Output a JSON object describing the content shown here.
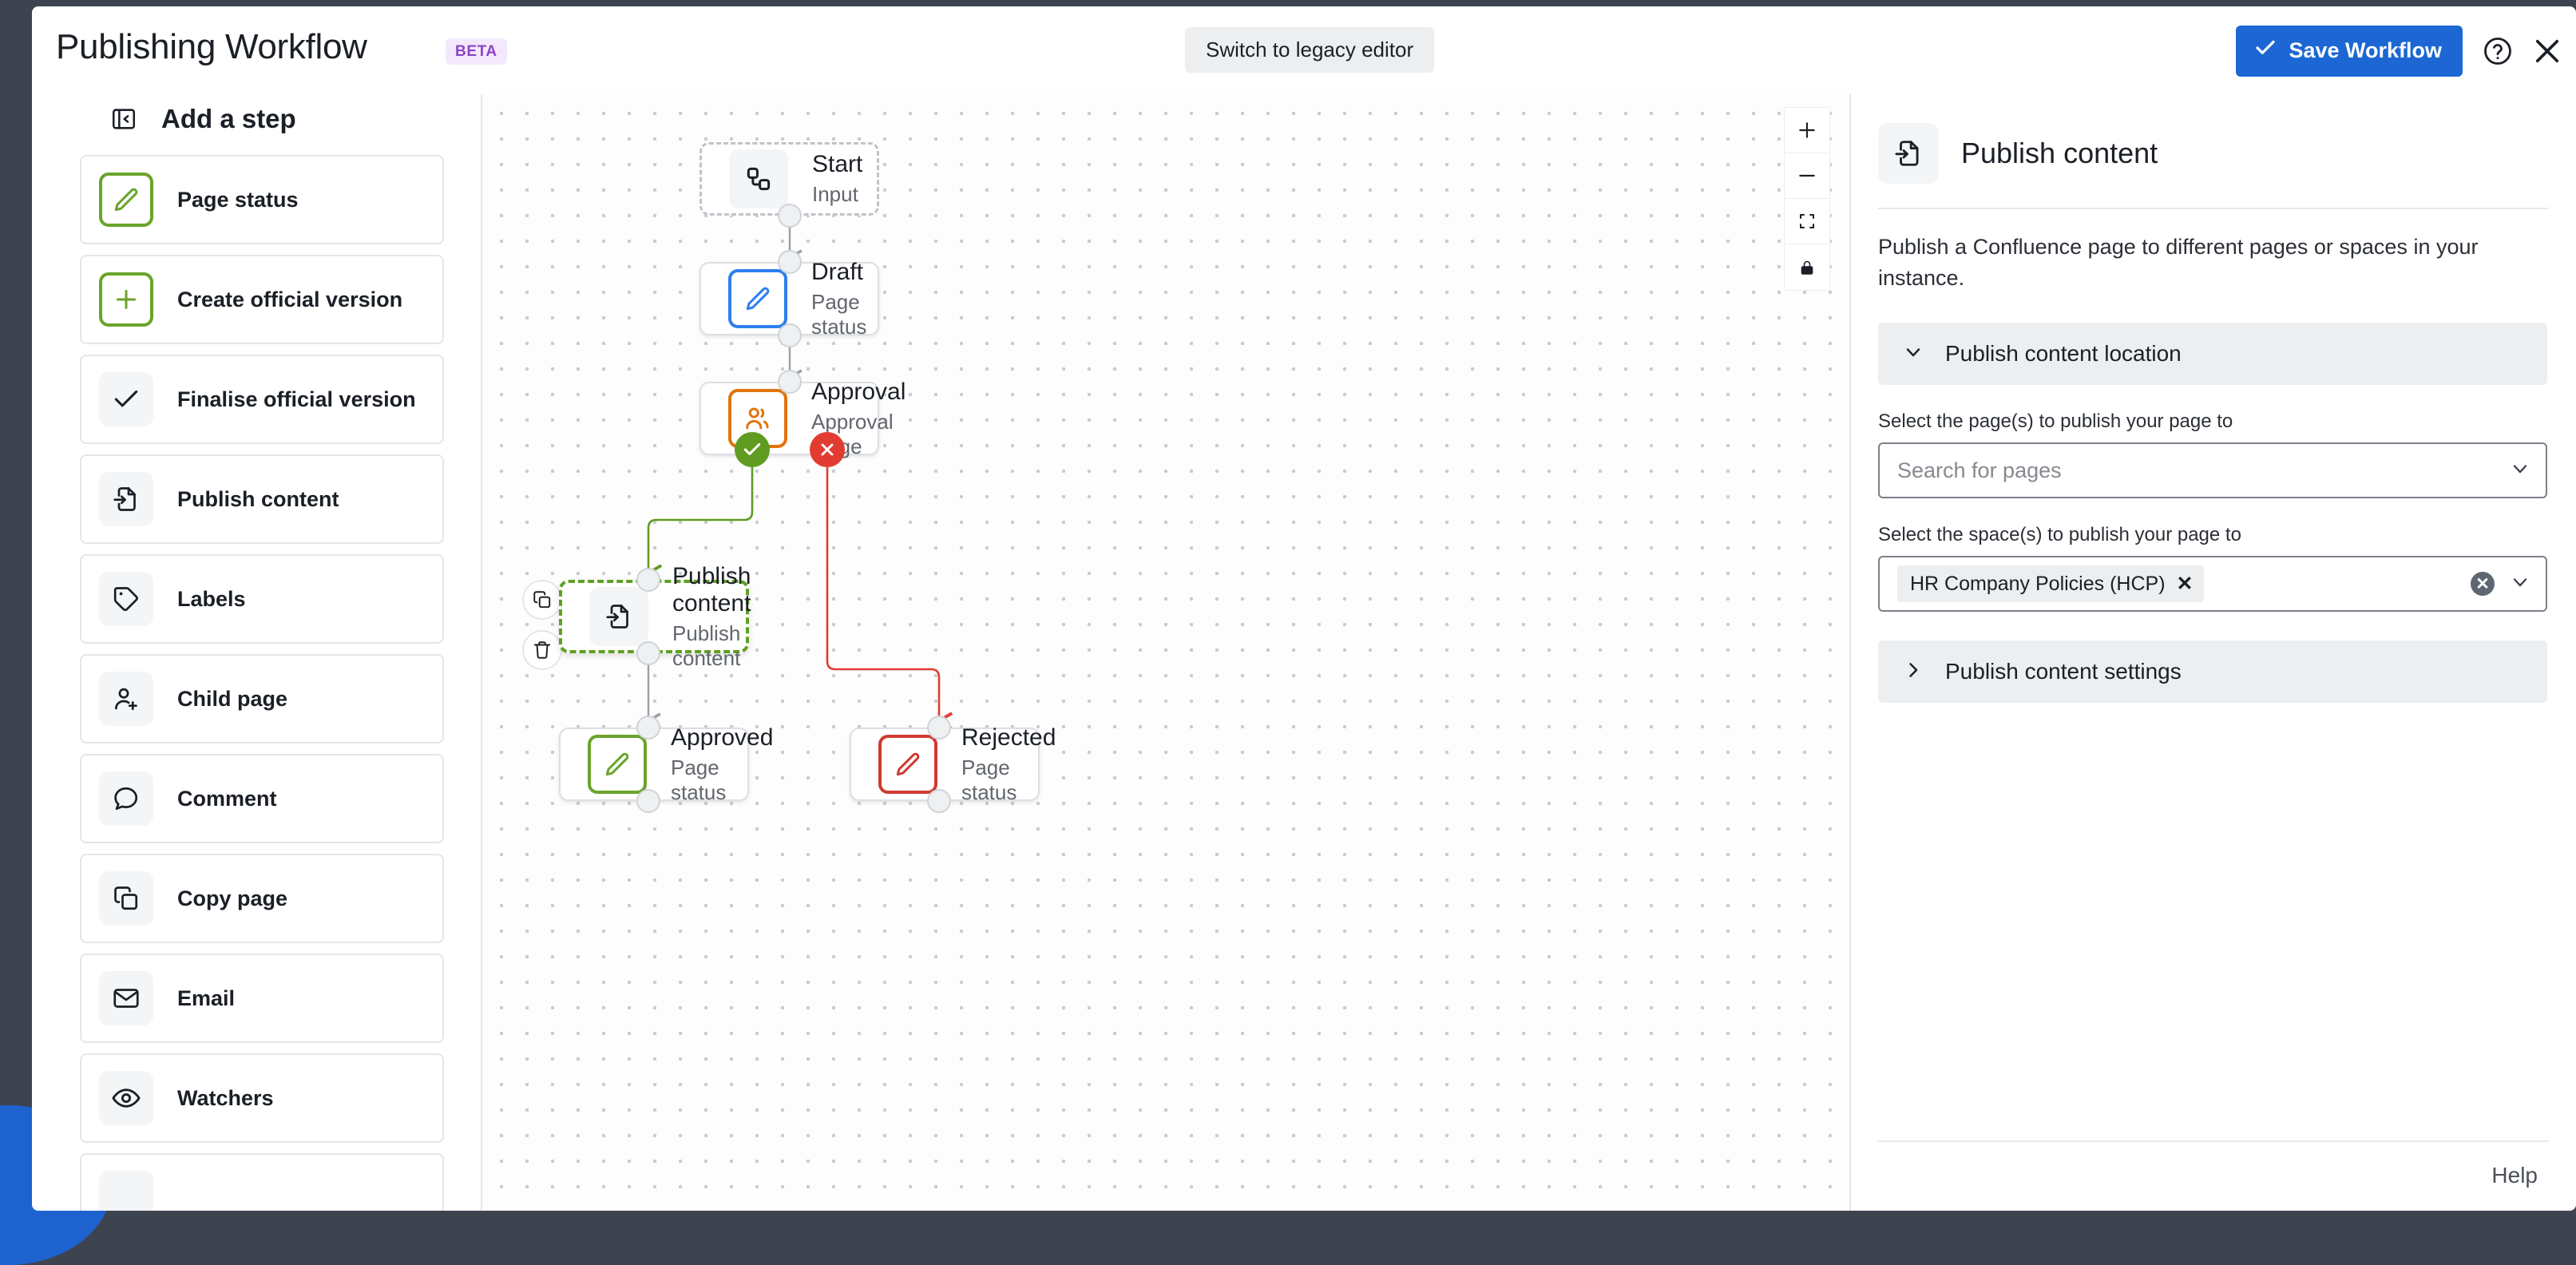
{
  "header": {
    "title": "Publishing Workflow",
    "badge": "BETA",
    "legacy_button": "Switch to legacy editor",
    "save_button": "Save Workflow",
    "help_icon": "question-circle-icon",
    "close_icon": "close-icon",
    "save_check_icon": "check-icon",
    "accent_color": "#1c67d3",
    "badge_color": "#8c44c4",
    "badge_bg": "#f4e9fc"
  },
  "sidebar": {
    "title": "Add a step",
    "collapse_icon": "panel-collapse-icon",
    "items": [
      {
        "label": "Page status",
        "icon": "pencil-icon",
        "accent": true
      },
      {
        "label": "Create official version",
        "icon": "plus-icon",
        "accent": true
      },
      {
        "label": "Finalise official version",
        "icon": "check-icon",
        "accent": false
      },
      {
        "label": "Publish content",
        "icon": "publish-file-icon",
        "accent": false
      },
      {
        "label": "Labels",
        "icon": "tag-icon",
        "accent": false
      },
      {
        "label": "Child page",
        "icon": "user-plus-icon",
        "accent": false
      },
      {
        "label": "Comment",
        "icon": "comment-icon",
        "accent": false
      },
      {
        "label": "Copy page",
        "icon": "copy-icon",
        "accent": false
      },
      {
        "label": "Email",
        "icon": "envelope-icon",
        "accent": false
      },
      {
        "label": "Watchers",
        "icon": "eye-icon",
        "accent": false
      }
    ]
  },
  "canvas": {
    "zoom_controls": [
      {
        "name": "zoom-in",
        "icon": "plus-icon"
      },
      {
        "name": "zoom-out",
        "icon": "minus-icon"
      },
      {
        "name": "fit-view",
        "icon": "fit-view-icon"
      },
      {
        "name": "lock",
        "icon": "lock-icon"
      }
    ],
    "node_tools": [
      {
        "name": "duplicate-node",
        "icon": "copy-icon"
      },
      {
        "name": "delete-node",
        "icon": "trash-icon"
      }
    ],
    "nodes": [
      {
        "id": "start",
        "title": "Start",
        "subtitle": "Input",
        "icon": "flow-start-icon",
        "style": "dashed",
        "icon_style": "plain"
      },
      {
        "id": "draft",
        "title": "Draft",
        "subtitle": "Page status",
        "icon": "pencil-icon",
        "style": "normal",
        "icon_style": "box-blue"
      },
      {
        "id": "approval",
        "title": "Approval",
        "subtitle": "Approval stage",
        "icon": "people-icon",
        "style": "normal",
        "icon_style": "box-orange"
      },
      {
        "id": "publish",
        "title": "Publish content",
        "subtitle": "Publish content",
        "icon": "publish-file-icon",
        "style": "selected",
        "icon_style": "plain"
      },
      {
        "id": "approved",
        "title": "Approved",
        "subtitle": "Page status",
        "icon": "pencil-icon",
        "style": "normal",
        "icon_style": "box-green"
      },
      {
        "id": "rejected",
        "title": "Rejected",
        "subtitle": "Page status",
        "icon": "pencil-icon",
        "style": "normal",
        "icon_style": "box-red"
      }
    ],
    "branch_badges": [
      {
        "name": "approve-branch-badge",
        "icon": "check-icon",
        "color": "#5f9c21"
      },
      {
        "name": "reject-branch-badge",
        "icon": "close-icon",
        "color": "#e23c32"
      }
    ],
    "edge_colors": {
      "default": "#9aa0a6",
      "approve": "#5f9c21",
      "reject": "#e23c32"
    }
  },
  "panel": {
    "title": "Publish content",
    "icon": "publish-file-icon",
    "description": "Publish a Confluence page to different pages or spaces in your instance.",
    "sections": [
      {
        "label": "Publish content location",
        "expanded": true,
        "chevron": "chevron-down-icon"
      },
      {
        "label": "Publish content settings",
        "expanded": false,
        "chevron": "chevron-right-icon"
      }
    ],
    "fields": [
      {
        "label": "Select the page(s) to publish your page to",
        "placeholder": "Search for pages",
        "value": "",
        "chips": [],
        "has_clear": false,
        "chevron": "chevron-down-icon"
      },
      {
        "label": "Select the space(s) to publish your page to",
        "placeholder": "",
        "value": "HR Company Policies (HCP)",
        "chips": [
          "HR Company Policies (HCP)"
        ],
        "has_clear": true,
        "chevron": "chevron-down-icon"
      }
    ],
    "footer_link": "Help"
  }
}
